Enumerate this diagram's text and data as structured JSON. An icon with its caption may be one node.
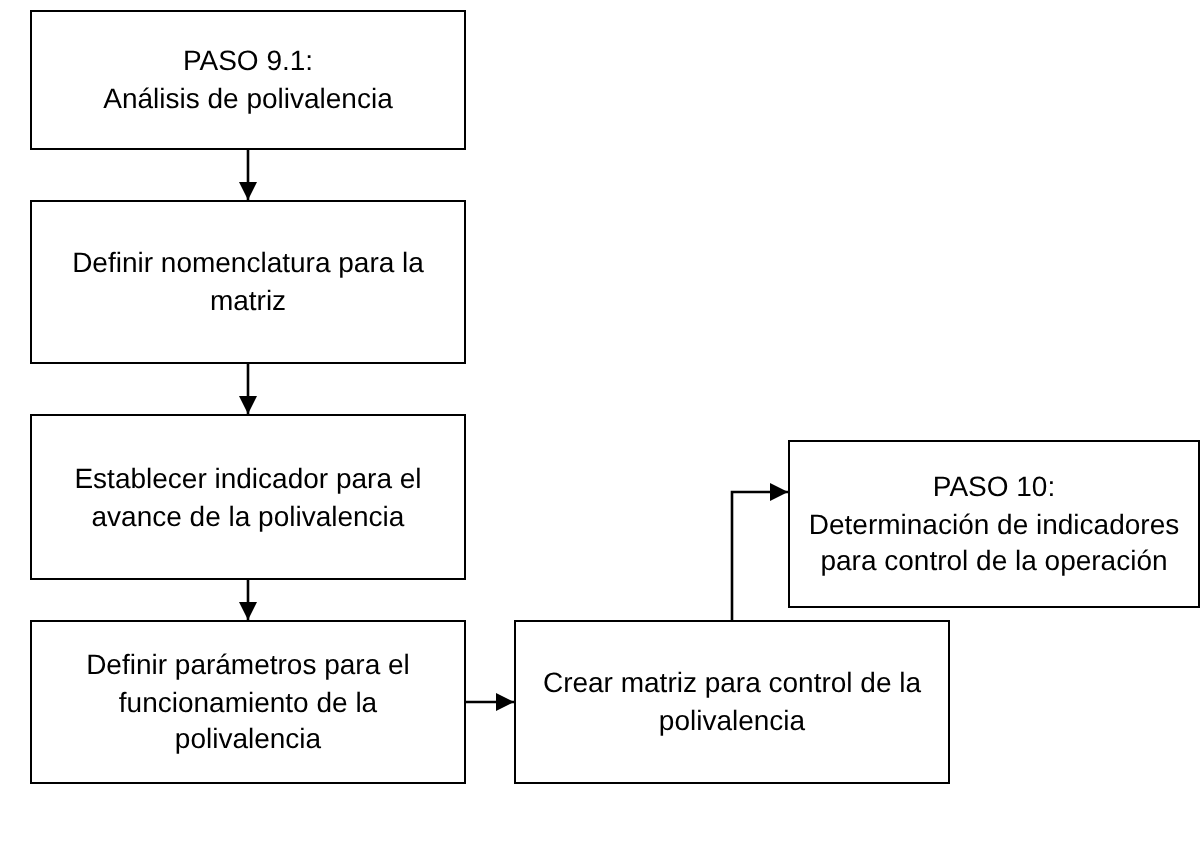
{
  "diagram": {
    "nodes": [
      {
        "text": [
          "PASO 9.1:",
          "Análisis de polivalencia"
        ]
      },
      {
        "text": [
          "Definir nomenclatura para la matriz"
        ]
      },
      {
        "text": [
          "Establecer indicador para el avance de la polivalencia"
        ]
      },
      {
        "text": [
          "Definir parámetros para el funcionamiento de la polivalencia"
        ]
      },
      {
        "text": [
          "Crear matriz para control de la polivalencia"
        ]
      },
      {
        "text": [
          "PASO 10:",
          "Determinación de indicadores para control de la operación"
        ]
      }
    ],
    "edges": [
      {
        "from": 0,
        "to": 1,
        "arrow": "to"
      },
      {
        "from": 1,
        "to": 2,
        "arrow": "to"
      },
      {
        "from": 2,
        "to": 3,
        "arrow": "to"
      },
      {
        "from": 3,
        "to": 4,
        "arrow": "to"
      },
      {
        "from": 4,
        "to": 5,
        "arrow": "to"
      }
    ]
  }
}
